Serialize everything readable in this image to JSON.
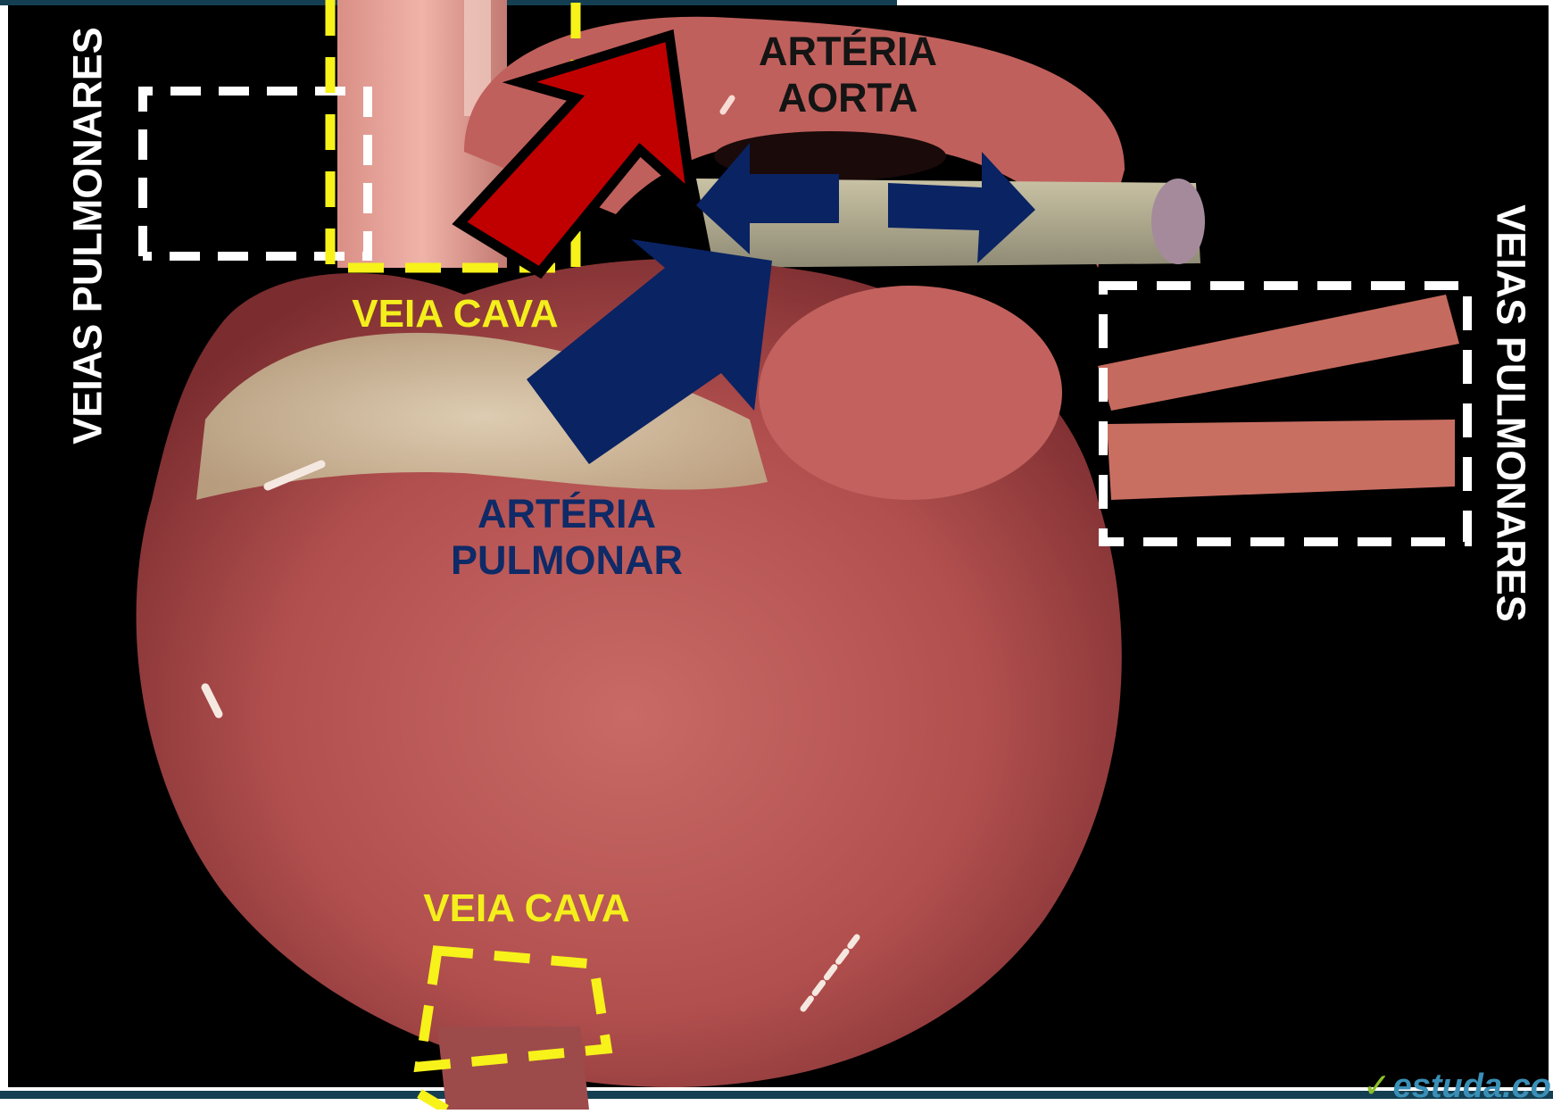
{
  "labels": {
    "arteria_aorta": [
      "ARTÉRIA",
      "AORTA"
    ],
    "arteria_pulmonar": [
      "ARTÉRIA",
      "PULMONAR"
    ],
    "veia_cava_top": "VEIA CAVA",
    "veia_cava_bottom": "VEIA CAVA",
    "veias_pulmonares_left": "VEIAS PULMONARES",
    "veias_pulmonares_right": "VEIAS PULMONARES"
  },
  "watermark": {
    "check": "✓",
    "text": "estuda.co"
  },
  "colors": {
    "background": "#000000",
    "top_bar": "#143f52",
    "heart": "#b5504f",
    "aorta_arrow": "#c00000",
    "pulmonary_arrow": "#0a2363",
    "veia_cava_box": "#f7f21a",
    "veias_pulmonares_box": "#ffffff"
  }
}
